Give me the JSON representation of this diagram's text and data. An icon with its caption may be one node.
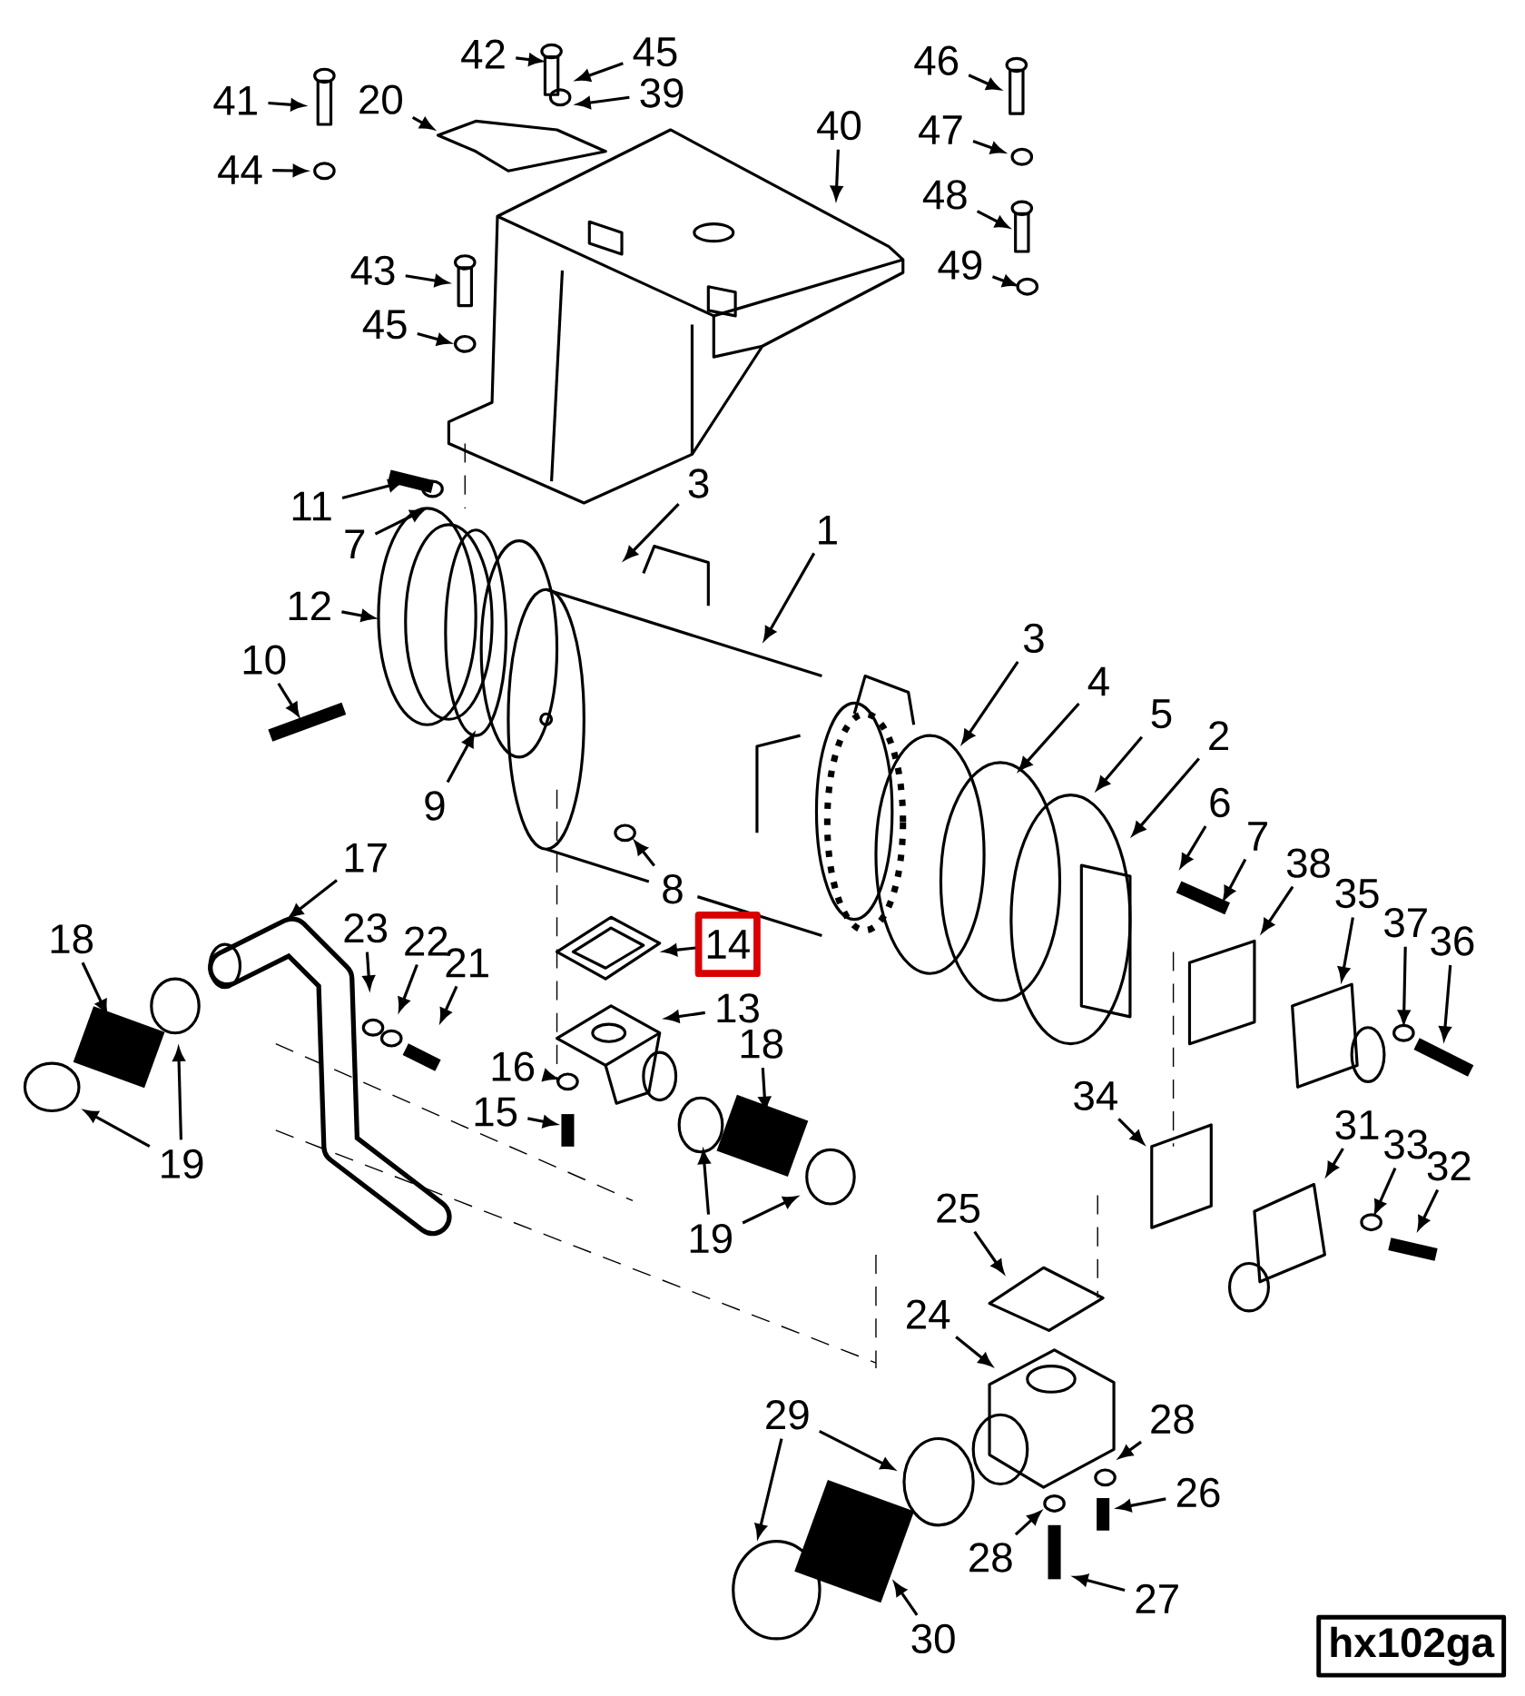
{
  "diagram": {
    "nodes": [
      {
        "text": [
          "41"
        ]
      },
      {
        "text": [
          "44"
        ]
      },
      {
        "text": [
          "42"
        ]
      },
      {
        "text": [
          "45"
        ]
      },
      {
        "text": [
          "39"
        ]
      },
      {
        "text": [
          "20"
        ]
      },
      {
        "text": [
          "40"
        ]
      },
      {
        "text": [
          "46"
        ]
      },
      {
        "text": [
          "47"
        ]
      },
      {
        "text": [
          "48"
        ]
      },
      {
        "text": [
          "49"
        ]
      },
      {
        "text": [
          "43"
        ]
      },
      {
        "text": [
          "45"
        ]
      },
      {
        "text": [
          "11"
        ]
      },
      {
        "text": [
          "7"
        ]
      },
      {
        "text": [
          "3"
        ]
      },
      {
        "text": [
          "1"
        ]
      },
      {
        "text": [
          "12"
        ]
      },
      {
        "text": [
          "10"
        ]
      },
      {
        "text": [
          "9"
        ]
      },
      {
        "text": [
          "3"
        ]
      },
      {
        "text": [
          "4"
        ]
      },
      {
        "text": [
          "5"
        ]
      },
      {
        "text": [
          "2"
        ]
      },
      {
        "text": [
          "6"
        ]
      },
      {
        "text": [
          "7"
        ]
      },
      {
        "text": [
          "38"
        ]
      },
      {
        "text": [
          "35"
        ]
      },
      {
        "text": [
          "37"
        ]
      },
      {
        "text": [
          "36"
        ]
      },
      {
        "text": [
          "8"
        ]
      },
      {
        "text": [
          "17"
        ]
      },
      {
        "text": [
          "18"
        ]
      },
      {
        "text": [
          "23"
        ]
      },
      {
        "text": [
          "22"
        ]
      },
      {
        "text": [
          "21"
        ]
      },
      {
        "text": [
          "14"
        ]
      },
      {
        "text": [
          "13"
        ]
      },
      {
        "text": [
          "18"
        ]
      },
      {
        "text": [
          "16"
        ]
      },
      {
        "text": [
          "15"
        ]
      },
      {
        "text": [
          "19"
        ]
      },
      {
        "text": [
          "19"
        ]
      },
      {
        "text": [
          "34"
        ]
      },
      {
        "text": [
          "31"
        ]
      },
      {
        "text": [
          "33"
        ]
      },
      {
        "text": [
          "32"
        ]
      },
      {
        "text": [
          "25"
        ]
      },
      {
        "text": [
          "24"
        ]
      },
      {
        "text": [
          "29"
        ]
      },
      {
        "text": [
          "28"
        ]
      },
      {
        "text": [
          "26"
        ]
      },
      {
        "text": [
          "28"
        ]
      },
      {
        "text": [
          "27"
        ]
      },
      {
        "text": [
          "30"
        ]
      }
    ],
    "edges": [
      {
        "from": 0,
        "to": null,
        "arrow": "to"
      },
      {
        "from": 1,
        "to": null,
        "arrow": "to"
      },
      {
        "from": 2,
        "to": null,
        "arrow": "to"
      },
      {
        "from": 3,
        "to": null,
        "arrow": "to"
      },
      {
        "from": 4,
        "to": null,
        "arrow": "to"
      },
      {
        "from": 5,
        "to": null,
        "arrow": "to"
      },
      {
        "from": 6,
        "to": null,
        "arrow": "to"
      },
      {
        "from": 7,
        "to": null,
        "arrow": "to"
      },
      {
        "from": 8,
        "to": null,
        "arrow": "to"
      },
      {
        "from": 9,
        "to": null,
        "arrow": "to"
      },
      {
        "from": 10,
        "to": null,
        "arrow": "to"
      },
      {
        "from": 11,
        "to": null,
        "arrow": "to"
      },
      {
        "from": 12,
        "to": null,
        "arrow": "to"
      },
      {
        "from": 13,
        "to": null,
        "arrow": "to"
      },
      {
        "from": 14,
        "to": null,
        "arrow": "to"
      },
      {
        "from": 15,
        "to": null,
        "arrow": "to"
      },
      {
        "from": 16,
        "to": null,
        "arrow": "to"
      },
      {
        "from": 17,
        "to": null,
        "arrow": "to"
      },
      {
        "from": 18,
        "to": null,
        "arrow": "to"
      },
      {
        "from": 19,
        "to": null,
        "arrow": "to"
      },
      {
        "from": 20,
        "to": null,
        "arrow": "to"
      },
      {
        "from": 21,
        "to": null,
        "arrow": "to"
      },
      {
        "from": 22,
        "to": null,
        "arrow": "to"
      },
      {
        "from": 23,
        "to": null,
        "arrow": "to"
      },
      {
        "from": 24,
        "to": null,
        "arrow": "to"
      },
      {
        "from": 25,
        "to": null,
        "arrow": "to"
      },
      {
        "from": 26,
        "to": null,
        "arrow": "to"
      },
      {
        "from": 27,
        "to": null,
        "arrow": "to"
      },
      {
        "from": 28,
        "to": null,
        "arrow": "to"
      },
      {
        "from": 29,
        "to": null,
        "arrow": "to"
      },
      {
        "from": 30,
        "to": null,
        "arrow": "to"
      },
      {
        "from": 31,
        "to": null,
        "arrow": "to"
      },
      {
        "from": 32,
        "to": null,
        "arrow": "to"
      },
      {
        "from": 33,
        "to": null,
        "arrow": "to"
      },
      {
        "from": 34,
        "to": null,
        "arrow": "to"
      },
      {
        "from": 35,
        "to": null,
        "arrow": "to"
      },
      {
        "from": 36,
        "to": null,
        "arrow": "to"
      },
      {
        "from": 37,
        "to": null,
        "arrow": "to"
      },
      {
        "from": 38,
        "to": null,
        "arrow": "to"
      },
      {
        "from": 39,
        "to": null,
        "arrow": "to"
      },
      {
        "from": 40,
        "to": null,
        "arrow": "to"
      },
      {
        "from": 41,
        "to": null,
        "arrow": "to"
      },
      {
        "from": 41,
        "to": null,
        "arrow": "to"
      },
      {
        "from": 42,
        "to": null,
        "arrow": "to"
      },
      {
        "from": 42,
        "to": null,
        "arrow": "to"
      },
      {
        "from": 43,
        "to": null,
        "arrow": "to"
      },
      {
        "from": 44,
        "to": null,
        "arrow": "to"
      },
      {
        "from": 45,
        "to": null,
        "arrow": "to"
      },
      {
        "from": 46,
        "to": null,
        "arrow": "to"
      },
      {
        "from": 47,
        "to": null,
        "arrow": "to"
      },
      {
        "from": 48,
        "to": null,
        "arrow": "to"
      },
      {
        "from": 49,
        "to": null,
        "arrow": "to"
      },
      {
        "from": 49,
        "to": null,
        "arrow": "to"
      },
      {
        "from": 50,
        "to": null,
        "arrow": "to"
      },
      {
        "from": 51,
        "to": null,
        "arrow": "to"
      },
      {
        "from": 52,
        "to": null,
        "arrow": "to"
      },
      {
        "from": 53,
        "to": null,
        "arrow": "to"
      },
      {
        "from": 54,
        "to": null,
        "arrow": "to"
      }
    ],
    "labels": [
      "hx102ga"
    ]
  }
}
